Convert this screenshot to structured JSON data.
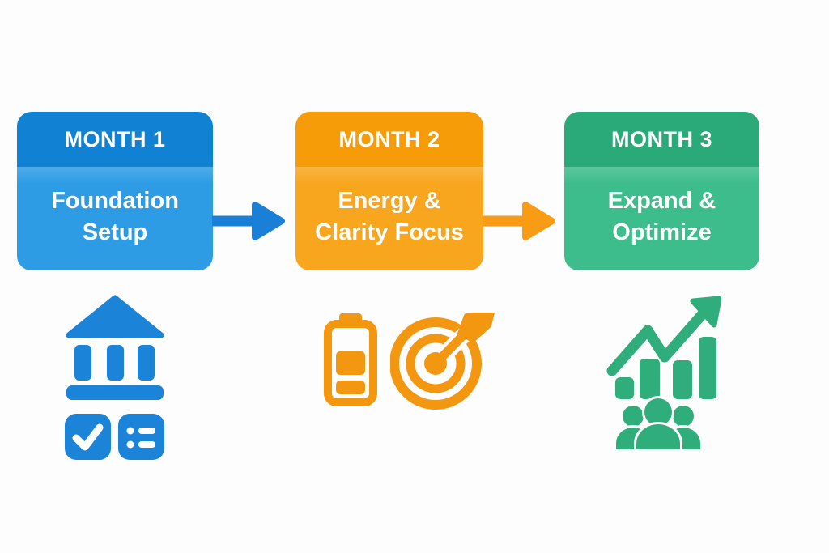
{
  "page": {
    "background": "#fdfdfd"
  },
  "months": [
    {
      "header": "MONTH 1",
      "title": "Foundation\nSetup",
      "header_color": "#1182d3",
      "body_color": "#2e9ce5",
      "icons": [
        "bank-icon",
        "checkbox-icon",
        "checklist-icon"
      ]
    },
    {
      "header": "MONTH 2",
      "title": "Energy &\nClarity Focus",
      "header_color": "#f59c08",
      "body_color": "#f8a61e",
      "icons": [
        "battery-icon",
        "target-dart-icon"
      ]
    },
    {
      "header": "MONTH 3",
      "title": "Expand &\nOptimize",
      "header_color": "#2baa79",
      "body_color": "#3dbd8b",
      "icons": [
        "growth-chart-people-icon"
      ]
    }
  ],
  "arrows": [
    {
      "from": "MONTH 1",
      "to": "MONTH 2",
      "color": "#1a7fd6"
    },
    {
      "from": "MONTH 2",
      "to": "MONTH 3",
      "color": "#f89c15"
    }
  ],
  "icon_colors": {
    "blue": "#1b84d8",
    "orange": "#f39711",
    "green": "#2fae7c"
  }
}
